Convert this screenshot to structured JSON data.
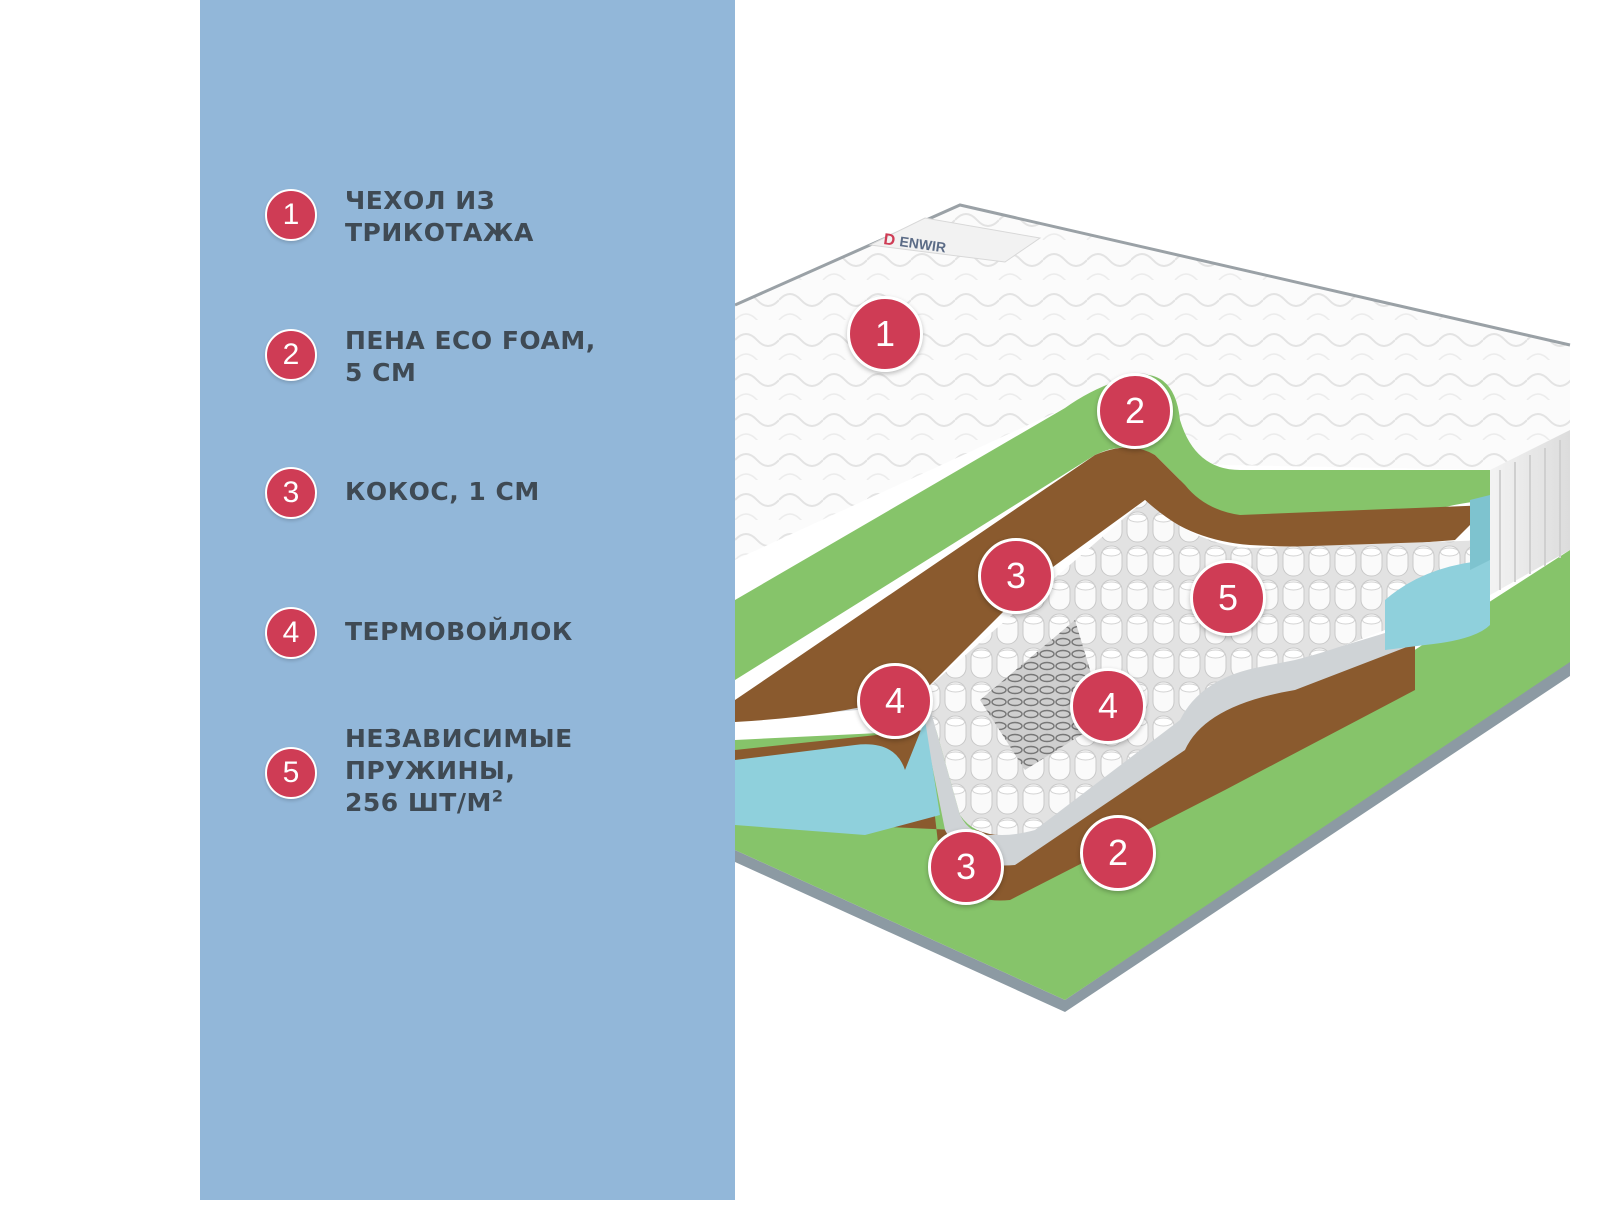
{
  "legend": [
    {
      "number": "1",
      "line1": "ЧЕХОЛ ИЗ",
      "line2": "ТРИКОТАЖА"
    },
    {
      "number": "2",
      "line1": "ПЕНА ECO FOAM,",
      "line2": "5 СМ"
    },
    {
      "number": "3",
      "line1": "КОКОС, 1 СМ"
    },
    {
      "number": "4",
      "line1": "ТЕРМОВОЙЛОК"
    },
    {
      "number": "5",
      "line1": "НЕЗАВИСИМЫЕ",
      "line2": "ПРУЖИНЫ,",
      "line3": "256 ШТ/М",
      "sup": "2"
    }
  ],
  "brand": {
    "logo_letter": "D",
    "name": "ENWIR"
  },
  "markers": [
    "1",
    "2",
    "2",
    "3",
    "3",
    "4",
    "4",
    "5"
  ],
  "colors": {
    "panel": "#92b7d9",
    "badge": "#cf3c55",
    "text": "#3f4a54",
    "foam_green": "#86c46a",
    "coconut_brown": "#8a5a2e",
    "side_foam_blue": "#8fd0dc",
    "cover_white": "#ffffff"
  }
}
